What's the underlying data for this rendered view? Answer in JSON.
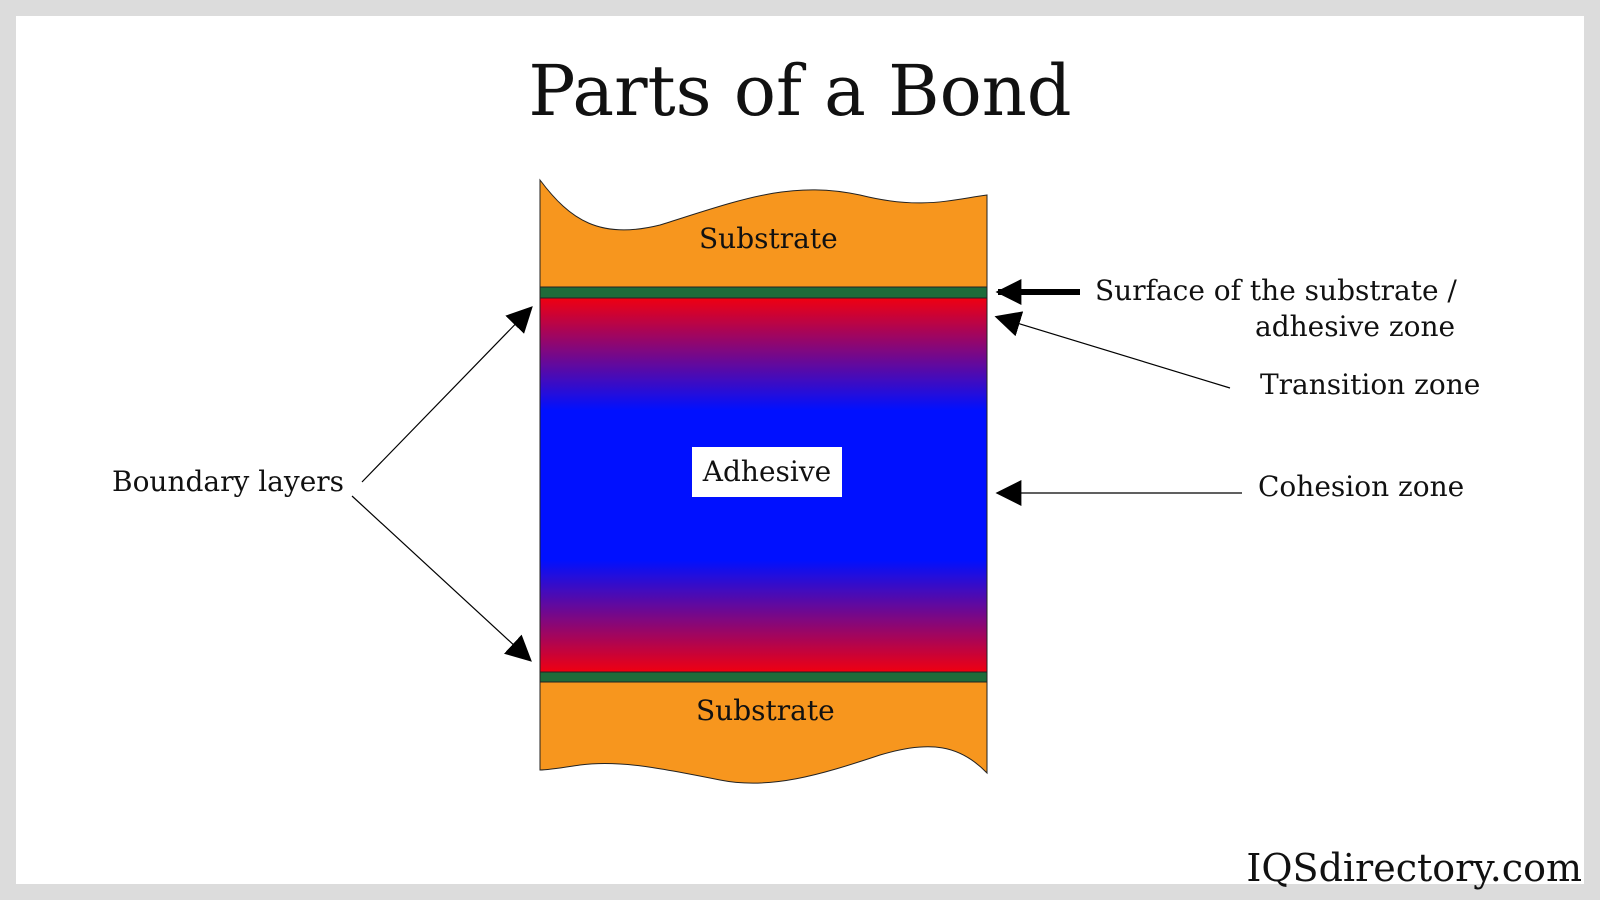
{
  "title": "Parts of a Bond",
  "labels": {
    "substrate_top": "Substrate",
    "substrate_bottom": "Substrate",
    "adhesive": "Adhesive",
    "surface_line1": "Surface of the substrate /",
    "surface_line2": "adhesive zone",
    "transition_zone": "Transition zone",
    "cohesion_zone": "Cohesion zone",
    "boundary_layers": "Boundary layers"
  },
  "brand": "IQSdirectory.com",
  "colors": {
    "background": "#dcdcdc",
    "card": "#ffffff",
    "substrate": "#f7961e",
    "surface_layer": "#1e6b3a",
    "transition": "#f00010",
    "cohesion": "#0010ff"
  }
}
